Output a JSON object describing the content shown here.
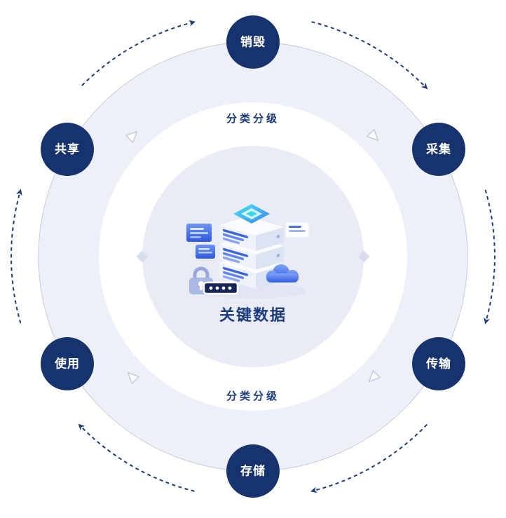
{
  "diagram": {
    "center_label": "关键数据",
    "ring_label_top": "分类分级",
    "ring_label_bottom": "分类分级",
    "nodes": [
      {
        "id": "destroy",
        "label": "销毁",
        "position": "top"
      },
      {
        "id": "collect",
        "label": "采集",
        "position": "upper-right"
      },
      {
        "id": "transmit",
        "label": "传输",
        "position": "lower-right"
      },
      {
        "id": "store",
        "label": "存储",
        "position": "bottom"
      },
      {
        "id": "use",
        "label": "使用",
        "position": "lower-left"
      },
      {
        "id": "share",
        "label": "共享",
        "position": "upper-left"
      }
    ],
    "flow": {
      "direction": "clockwise",
      "cycle": [
        "销毁",
        "采集",
        "传输",
        "存储",
        "使用",
        "共享"
      ]
    },
    "illustration": {
      "parts": [
        "server-stack-icon",
        "cyan-cube-icon",
        "cloud-icon",
        "lock-icon",
        "password-field-icon",
        "document-card-icon",
        "screen-card-icon"
      ]
    },
    "colors": {
      "node_fill": "#17336e",
      "node_text": "#ffffff",
      "label_navy": "#1d3c7c",
      "arrow": "#1d3c7c",
      "outer_circle_line": "#c7cde1",
      "outer_band_fill": "#edf0f8",
      "inner_circle_fill": "#e9ecf6",
      "accent_cyan": "#35dce6",
      "accent_blue": "#3f6cf1"
    }
  }
}
